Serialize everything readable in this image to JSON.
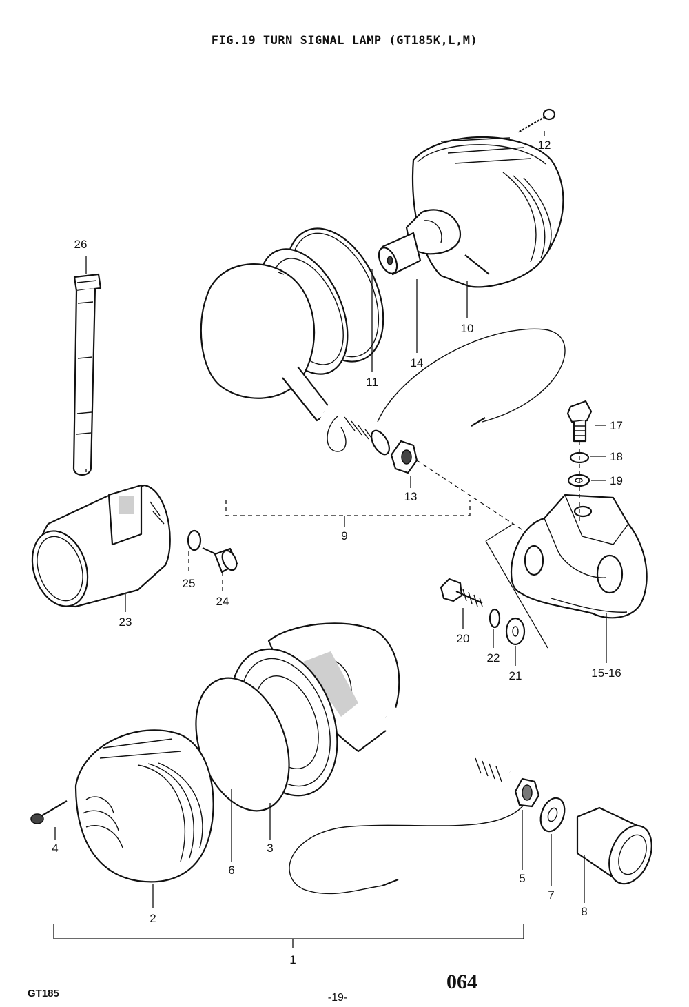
{
  "figure": {
    "title": "FIG.19  TURN SIGNAL LAMP (GT185K,L,M)",
    "model": "GT185",
    "page_code": "064",
    "page_number": "-19-"
  },
  "callouts": [
    {
      "id": "1",
      "text": "1"
    },
    {
      "id": "2",
      "text": "2"
    },
    {
      "id": "3",
      "text": "3"
    },
    {
      "id": "4",
      "text": "4"
    },
    {
      "id": "5",
      "text": "5"
    },
    {
      "id": "6",
      "text": "6"
    },
    {
      "id": "7",
      "text": "7"
    },
    {
      "id": "8",
      "text": "8"
    },
    {
      "id": "9",
      "text": "9"
    },
    {
      "id": "10",
      "text": "10"
    },
    {
      "id": "11",
      "text": "11"
    },
    {
      "id": "12",
      "text": "12"
    },
    {
      "id": "13",
      "text": "13"
    },
    {
      "id": "14",
      "text": "14"
    },
    {
      "id": "15-16",
      "text": "15-16"
    },
    {
      "id": "17",
      "text": "17"
    },
    {
      "id": "18",
      "text": "18"
    },
    {
      "id": "19",
      "text": "19"
    },
    {
      "id": "20",
      "text": "20"
    },
    {
      "id": "21",
      "text": "21"
    },
    {
      "id": "22",
      "text": "22"
    },
    {
      "id": "23",
      "text": "23"
    },
    {
      "id": "24",
      "text": "24"
    },
    {
      "id": "25",
      "text": "25"
    },
    {
      "id": "26",
      "text": "26"
    }
  ]
}
